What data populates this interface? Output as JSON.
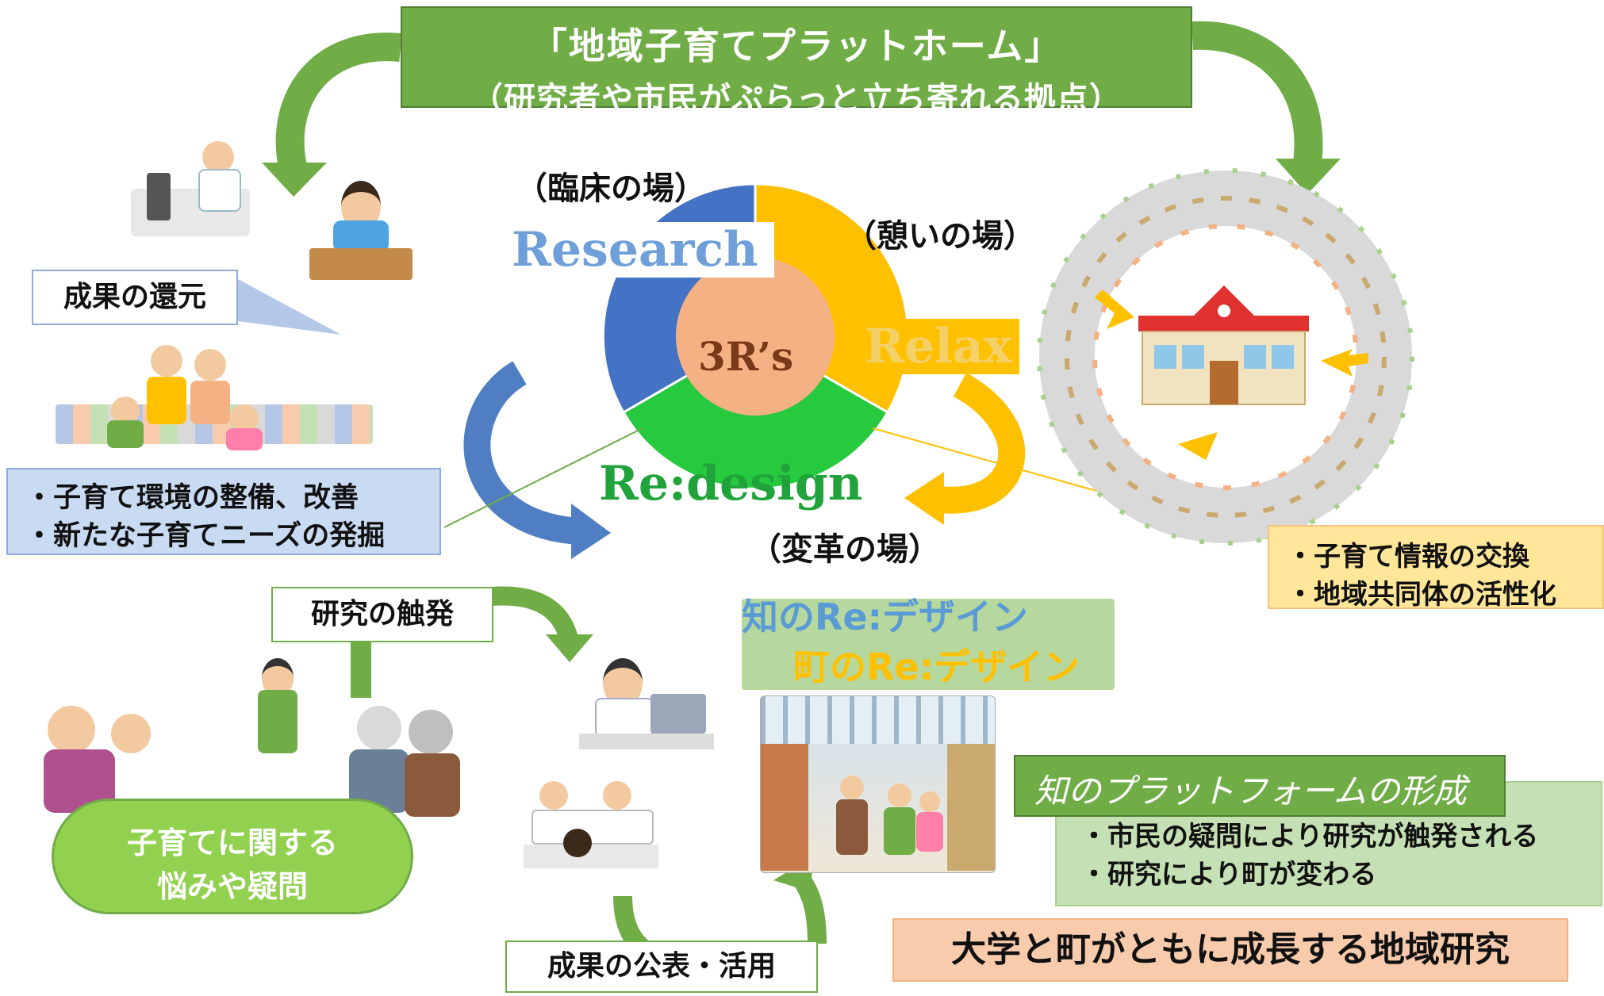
{
  "banner": {
    "title": "「地域子育てプラットホーム」",
    "subtitle": "（研究者や市民がぷらっと立ち寄れる拠点）"
  },
  "center": {
    "core_label": "3R’s",
    "research_label": "Research",
    "relax_label": "Relax",
    "redesign_label": "Re:design",
    "clinical_place": "（臨床の場）",
    "rest_place": "（憩いの場）",
    "change_place": "（変革の場）"
  },
  "left": {
    "return_results": "成果の還元",
    "bullets": [
      "・子育て環境の整備、改善",
      "・新たな子育てニーズの発掘"
    ]
  },
  "right": {
    "bullets": [
      "・子育て情報の交換",
      "・地域共同体の活性化"
    ]
  },
  "bottom": {
    "research_trigger": "研究の触発",
    "worries_line1": "子育てに関する",
    "worries_line2": "悩みや疑問",
    "publish": "成果の公表・活用",
    "knowledge_redesign": "知のRe:デザイン",
    "town_redesign": "町のRe:デザイン",
    "platform_title": "知のプラットフォームの形成",
    "platform_bullets": [
      "・市民の疑問により研究が触発される",
      "・研究により町が変わる"
    ],
    "footer": "大学と町がともに成長する地域研究"
  },
  "colors": {
    "green": "#70ad47",
    "blue": "#4472c4",
    "yellow": "#ffc000",
    "lime": "#27c93f",
    "salmon": "#f4b183",
    "orange": "#f8cbad"
  }
}
